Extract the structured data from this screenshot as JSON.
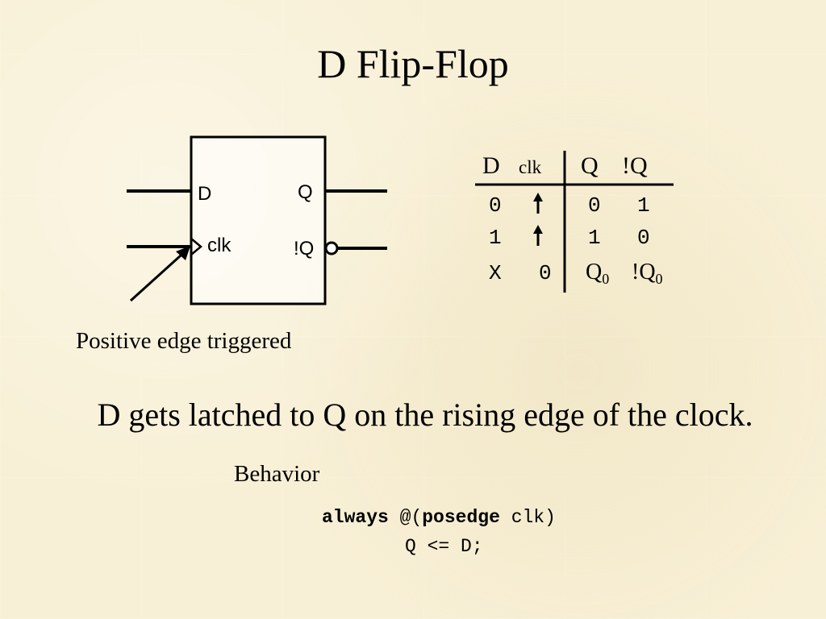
{
  "slide": {
    "title": "D Flip-Flop",
    "caption": "Positive edge triggered",
    "statement": "D gets latched to Q on the rising edge of the clock.",
    "behavior_label": "Behavior"
  },
  "symbol": {
    "d_pin": "D",
    "q_pin": "Q",
    "clk_pin": "clk",
    "qbar_pin": "!Q"
  },
  "truth_table": {
    "headers": {
      "d": "D",
      "clk": "clk",
      "q": "Q",
      "qbar": "!Q"
    },
    "rows": [
      {
        "d": "0",
        "clk": "rising-edge",
        "q": "0",
        "qbar": "1"
      },
      {
        "d": "1",
        "clk": "rising-edge",
        "q": "1",
        "qbar": "0"
      },
      {
        "d": "X",
        "clk": "0",
        "q": "Q",
        "q_sub": "0",
        "qbar": "!Q",
        "qbar_sub": "0"
      }
    ]
  },
  "code": {
    "kw_always": "always",
    "at_paren": "@(",
    "kw_posedge": "posedge",
    "sens_rest": "clk)",
    "stmt": "Q <= D;"
  }
}
